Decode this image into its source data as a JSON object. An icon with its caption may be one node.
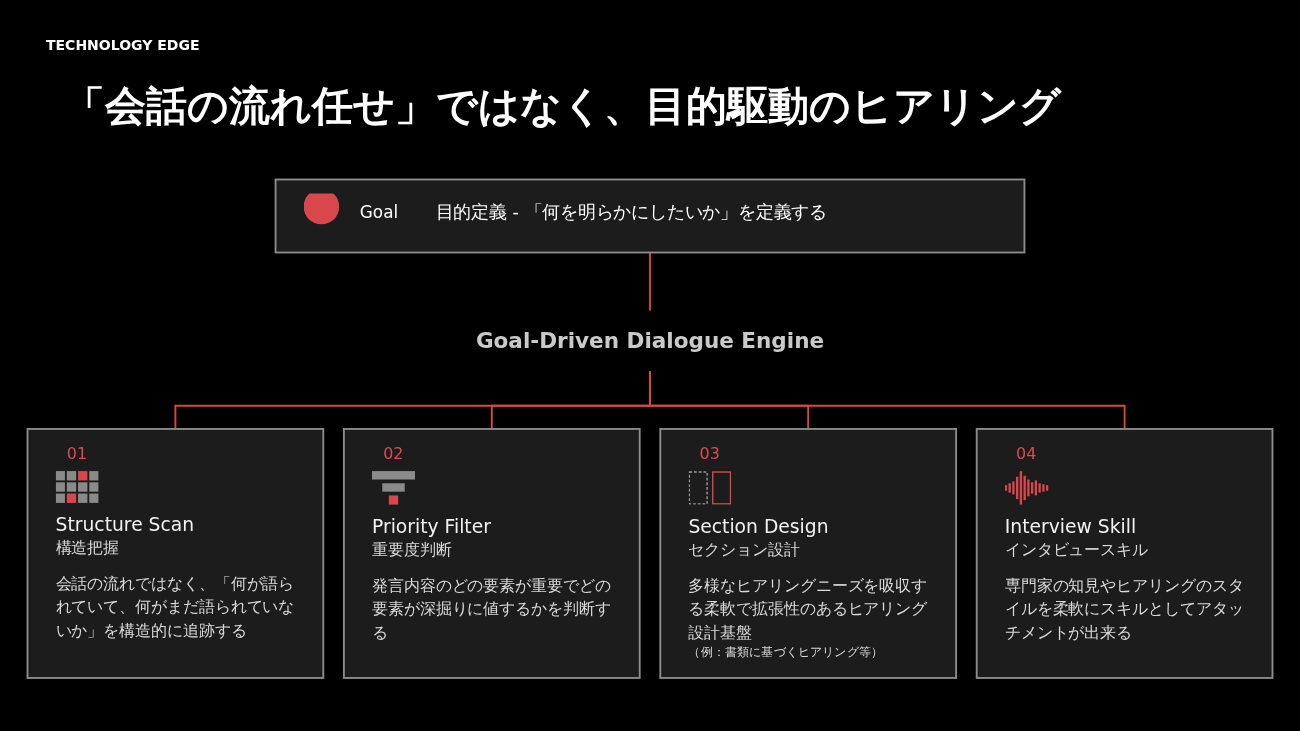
{
  "diagram": {
    "title": "「会話の流れ任せ」ではなく、目的駆動のヒアリング",
    "nodes": [
      {
        "text": [
          "Goal",
          "目的定義 - 「何を明らかにしたいか」を定義する"
        ]
      },
      {
        "text": [
          "Goal-Driven Dialogue Engine"
        ]
      },
      {
        "text": [
          "01",
          "Structure Scan",
          "構造把握",
          "会話の流れではなく、「何が語られていて、何がまだ語られていないか」を構造的に追跡する"
        ]
      },
      {
        "text": [
          "02",
          "Priority Filter",
          "重要度判断",
          "発言内容のどの要素が重要でどの要素が深掘りに値するかを判断する"
        ]
      },
      {
        "text": [
          "03",
          "Section Design",
          "セクション設計",
          "多様なヒアリングニーズを吸収する柔軟で拡張性のあるヒアリング設計基盤",
          "（例：書類に基づくヒアリング等）"
        ]
      },
      {
        "text": [
          "04",
          "Interview Skill",
          "インタビュースキル",
          "専門家の知見やヒアリングのスタイルを柔軟にスキルとしてアタッチメントが出来る"
        ]
      }
    ],
    "edges": [
      {
        "from": 0,
        "to": 1,
        "arrow": "none"
      },
      {
        "from": 1,
        "to": 2,
        "arrow": "none"
      },
      {
        "from": 1,
        "to": 3,
        "arrow": "none"
      },
      {
        "from": 1,
        "to": 4,
        "arrow": "none"
      },
      {
        "from": 1,
        "to": 5,
        "arrow": "none"
      }
    ],
    "labels": [
      "TECHNOLOGY EDGE"
    ]
  }
}
